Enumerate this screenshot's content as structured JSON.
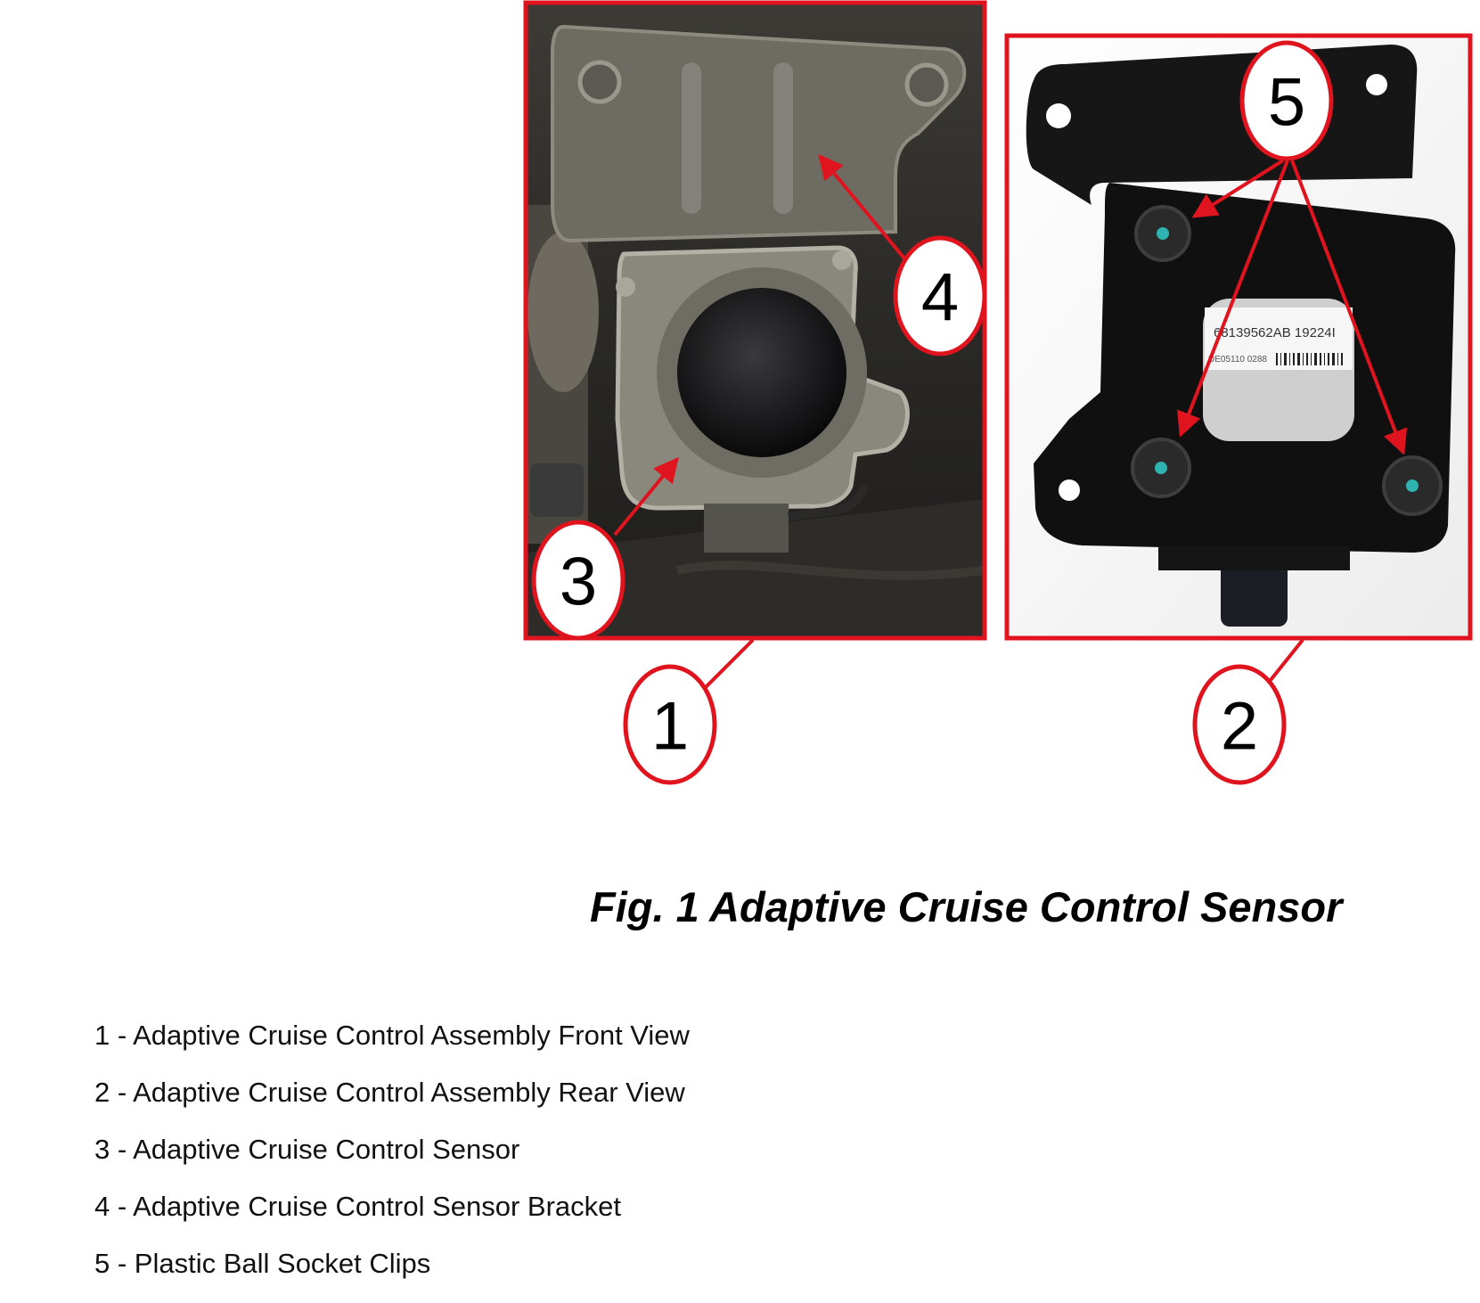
{
  "figure": {
    "caption": "Fig. 1 Adaptive Cruise Control Sensor",
    "callouts": [
      "1",
      "2",
      "3",
      "4",
      "5"
    ],
    "photo_rear": {
      "part_number": "68139562AB  19224I",
      "serial": "DE05110 0288"
    }
  },
  "legend": [
    "1 - Adaptive Cruise Control Assembly Front View",
    "2 - Adaptive Cruise Control Assembly Rear View",
    "3 - Adaptive Cruise Control Sensor",
    "4 - Adaptive Cruise Control Sensor Bracket",
    "5 - Plastic Ball Socket Clips"
  ],
  "colors": {
    "callout_red": "#e0141e",
    "frame_red": "#e0141e"
  }
}
